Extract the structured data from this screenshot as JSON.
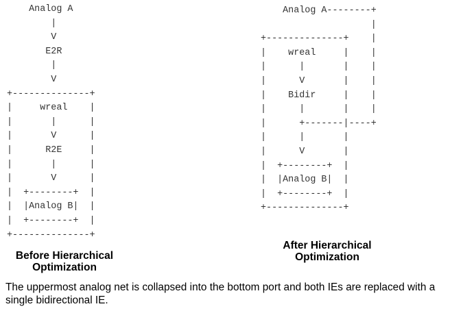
{
  "before": {
    "diagram_text": "    Analog A\n        |\n        V\n       E2R\n        |\n        V\n+--------------+\n|     wreal    |\n|       |      |\n|       V      |\n|      R2E     |\n|       |      |\n|       V      |\n|  +--------+  |\n|  |Analog B|  |\n|  +--------+  |\n+--------------+",
    "caption_line1": "Before Hierarchical",
    "caption_line2": "Optimization"
  },
  "after": {
    "diagram_text": "    Analog A--------+\n                    |\n+--------------+    |\n|    wreal     |    |\n|      |       |    |\n|      V       |    |\n|    Bidir     |    |\n|      |       |    |\n|      +-------|----+\n|      |       |\n|      V       |\n|  +--------+  |\n|  |Analog B|  |\n|  +--------+  |\n+--------------+",
    "caption_line1": "After Hierarchical",
    "caption_line2": "Optimization"
  },
  "description": "The uppermost analog net is collapsed into the bottom port and both IEs are replaced with a single bidirectional IE."
}
